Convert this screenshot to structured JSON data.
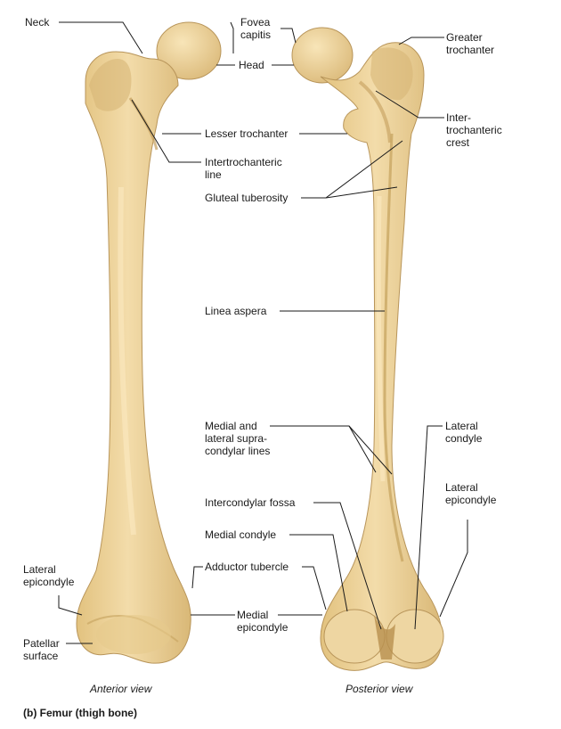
{
  "labels": {
    "neck": "Neck",
    "fovea_capitis": "Fovea\ncapitis",
    "head": "Head",
    "greater_trochanter": "Greater\ntrochanter",
    "lesser_trochanter": "Lesser trochanter",
    "intertrochanteric_crest": "Inter-\ntrochanteric\ncrest",
    "intertrochanteric_line": "Intertrochanteric\nline",
    "gluteal_tuberosity": "Gluteal tuberosity",
    "linea_aspera": "Linea aspera",
    "supracondylar_lines": "Medial and\nlateral supra-\ncondylar lines",
    "lateral_condyle": "Lateral\ncondyle",
    "lateral_epicondyle_right": "Lateral\nepicondyle",
    "intercondylar_fossa": "Intercondylar fossa",
    "medial_condyle": "Medial condyle",
    "adductor_tubercle": "Adductor tubercle",
    "lateral_epicondyle_left": "Lateral\nepicondyle",
    "medial_epicondyle": "Medial\nepicondyle",
    "patellar_surface": "Patellar\nsurface"
  },
  "views": {
    "anterior": "Anterior view",
    "posterior": "Posterior view"
  },
  "caption": "(b) Femur (thigh bone)",
  "colors": {
    "bone_fill": "#ecd29a",
    "bone_shadow": "#d2b071",
    "bone_outline": "#b8955a",
    "leader_line": "#1a1a1a"
  }
}
